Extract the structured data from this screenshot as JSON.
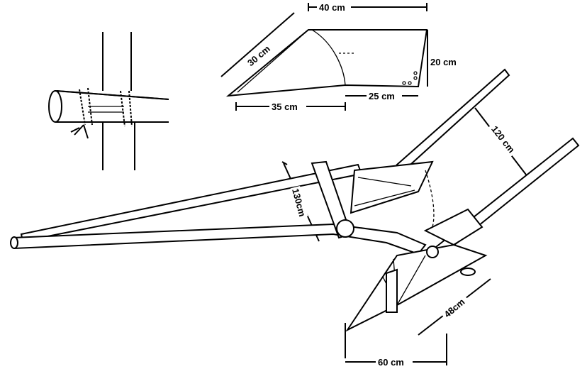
{
  "labels": {
    "top_width": "40 cm",
    "slant": "30 cm",
    "height": "20 cm",
    "base_left": "35 cm",
    "base_right": "25 cm",
    "handle": "120 cm",
    "beam": "130cm",
    "share_length": "48cm",
    "share_width": "60 cm"
  }
}
